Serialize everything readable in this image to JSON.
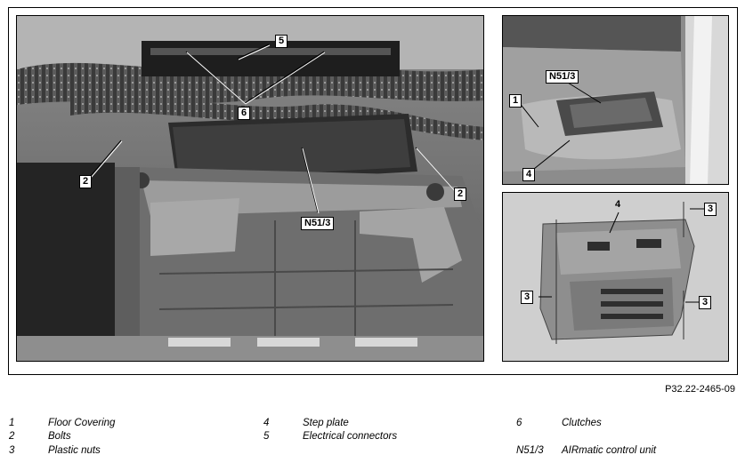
{
  "main_photo": {
    "callouts": [
      "5",
      "6",
      "2",
      "N51/3",
      "2"
    ]
  },
  "inset_top": {
    "callouts": [
      "N51/3",
      "1",
      "4"
    ]
  },
  "inset_bottom": {
    "callouts": [
      "4",
      "3",
      "3",
      "3"
    ]
  },
  "figure_reference": "P32.22-2465-09",
  "legend": [
    {
      "number": "1",
      "text": "Floor Covering"
    },
    {
      "number": "2",
      "text": "Bolts"
    },
    {
      "number": "3",
      "text": "Plastic nuts"
    },
    {
      "number": "4",
      "text": "Step plate"
    },
    {
      "number": "5",
      "text": "Electrical connectors"
    },
    {
      "number": "6",
      "text": "Clutches"
    },
    {
      "number": "N51/3",
      "text": "AIRmatic control unit"
    }
  ]
}
